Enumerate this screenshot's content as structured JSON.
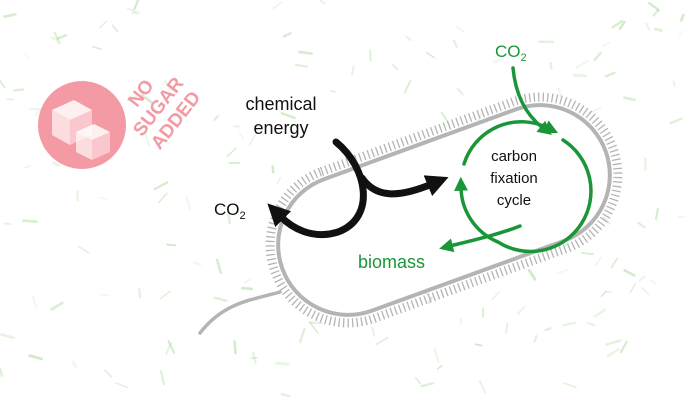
{
  "colors": {
    "background": "#ffffff",
    "speckle": "#8ccf7a",
    "cell_wall": "#b4b4b4",
    "black_arrow": "#111111",
    "green": "#1a9638",
    "badge": "#f49aa4",
    "badge_text": "#ffffff"
  },
  "badge": {
    "line1": "NO",
    "line2": "SUGAR",
    "line3": "ADDED",
    "icon": "sugar-cubes-icon"
  },
  "labels": {
    "chemical_energy_1": "chemical",
    "chemical_energy_2": "energy",
    "co2_out_main": "CO",
    "co2_out_sub": "2",
    "co2_in_main": "CO",
    "co2_in_sub": "2",
    "cycle_1": "carbon",
    "cycle_2": "fixation",
    "cycle_3": "cycle",
    "biomass": "biomass"
  }
}
